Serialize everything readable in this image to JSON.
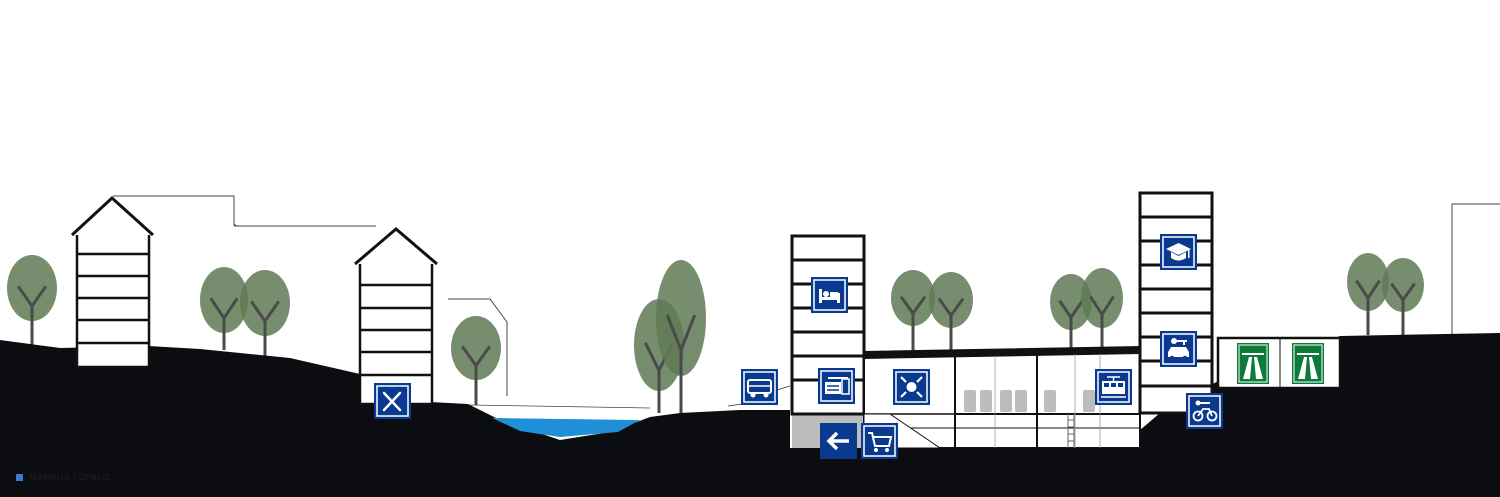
{
  "credit": {
    "text": "MARKUS TOFALO",
    "marker_color": "#3a7dc9"
  },
  "colors": {
    "ground": "#0c0d10",
    "tree": "#5f7a55",
    "water": "#1f8fd8",
    "sign_blue": "#0a3a8f",
    "sign_green": "#0c7a3a",
    "underground": "#bcbcbc"
  },
  "signs": [
    {
      "id": "restaurant",
      "icon": "cutlery-icon"
    },
    {
      "id": "hotel",
      "icon": "bed-icon"
    },
    {
      "id": "bus",
      "icon": "bus-icon"
    },
    {
      "id": "atm",
      "icon": "cash-machine-icon"
    },
    {
      "id": "meeting-point",
      "icon": "meeting-point-icon"
    },
    {
      "id": "tram",
      "icon": "tram-icon"
    },
    {
      "id": "university",
      "icon": "graduation-cap-icon"
    },
    {
      "id": "car-rental",
      "icon": "car-key-icon"
    },
    {
      "id": "bike-rental",
      "icon": "bicycle-key-icon"
    },
    {
      "id": "direction",
      "icon": "arrow-left-icon"
    },
    {
      "id": "shopping",
      "icon": "shopping-cart-icon"
    },
    {
      "id": "motorway-1",
      "icon": "motorway-icon"
    },
    {
      "id": "motorway-2",
      "icon": "motorway-icon"
    }
  ]
}
